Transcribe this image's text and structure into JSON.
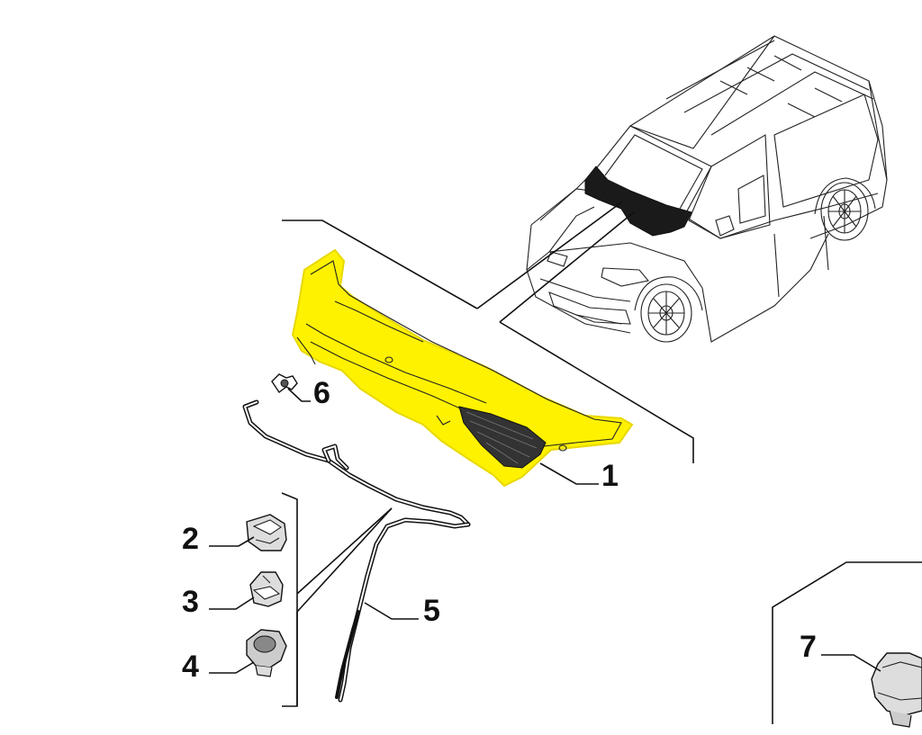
{
  "colors": {
    "highlight": "#fff200",
    "line": "#111111",
    "background": "#ffffff",
    "dark_part": "#1a1a1a"
  },
  "callouts": [
    {
      "id": "part-1",
      "label": "1"
    },
    {
      "id": "part-2",
      "label": "2"
    },
    {
      "id": "part-3",
      "label": "3"
    },
    {
      "id": "part-4",
      "label": "4"
    },
    {
      "id": "part-5",
      "label": "5"
    },
    {
      "id": "part-6",
      "label": "6"
    },
    {
      "id": "part-7",
      "label": "7"
    }
  ]
}
